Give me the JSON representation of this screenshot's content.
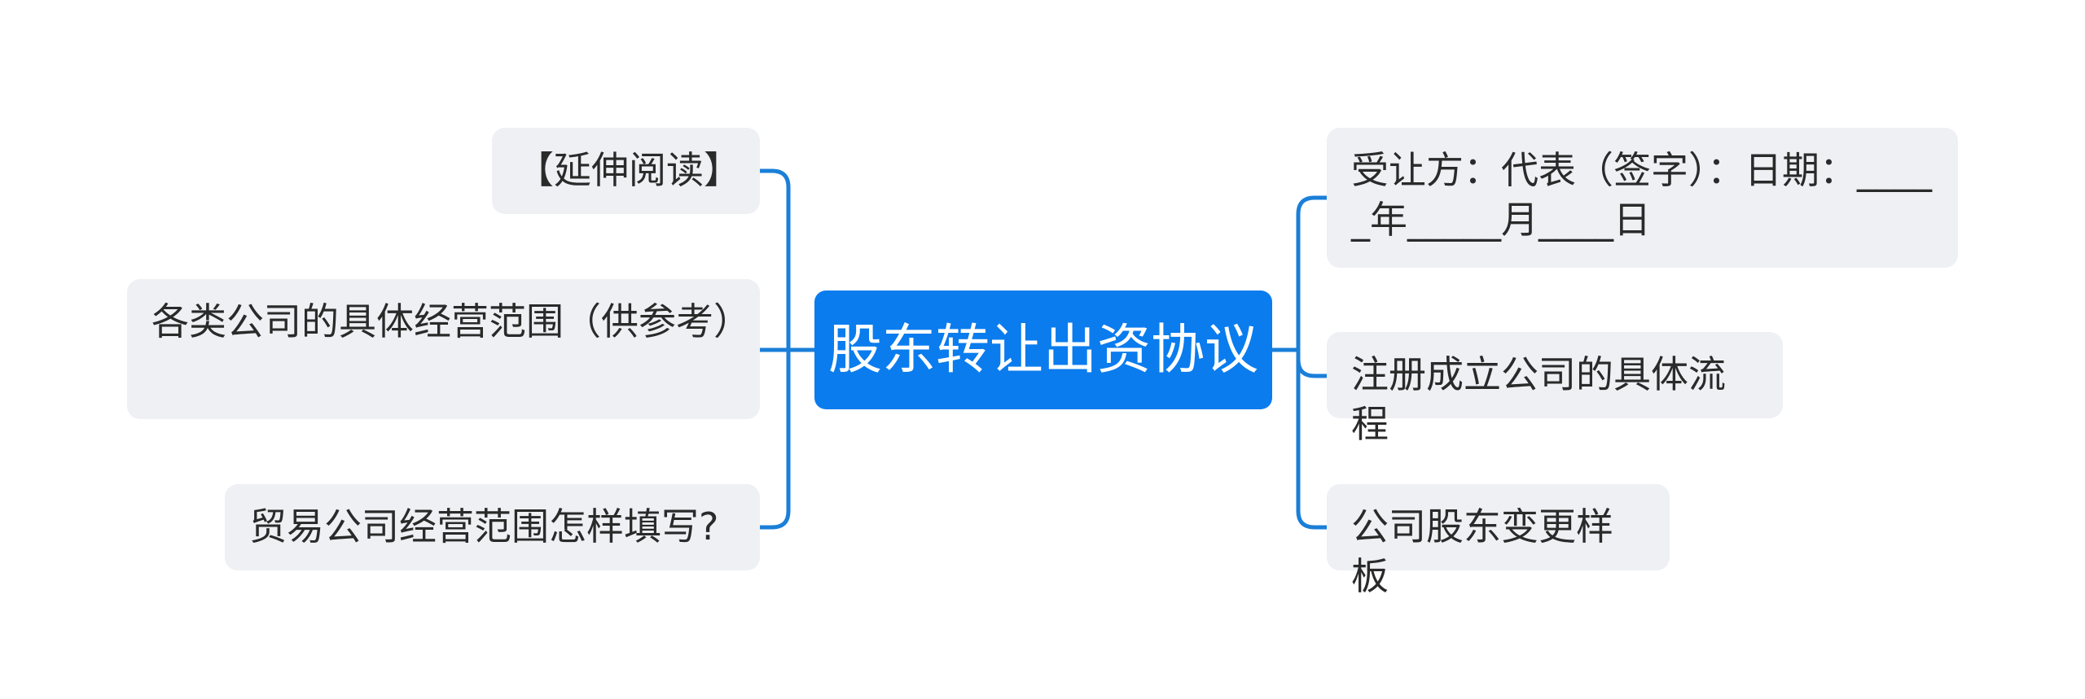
{
  "mindmap": {
    "center": {
      "label": "股东转让出资协议"
    },
    "left": [
      {
        "label": "【延伸阅读】"
      },
      {
        "label": "各类公司的具体经营范围（供参考）"
      },
      {
        "label": "贸易公司经营范围怎样填写?"
      }
    ],
    "right": [
      {
        "label": "受让方：代表（签字）：日期：_____年_____月____日"
      },
      {
        "label": "注册成立公司的具体流程"
      },
      {
        "label": "公司股东变更样板"
      }
    ]
  },
  "colors": {
    "center_fill": "#0a7cee",
    "node_fill": "#eef0f4",
    "connector": "#1a7fd8",
    "text": "#2a2a2a"
  }
}
